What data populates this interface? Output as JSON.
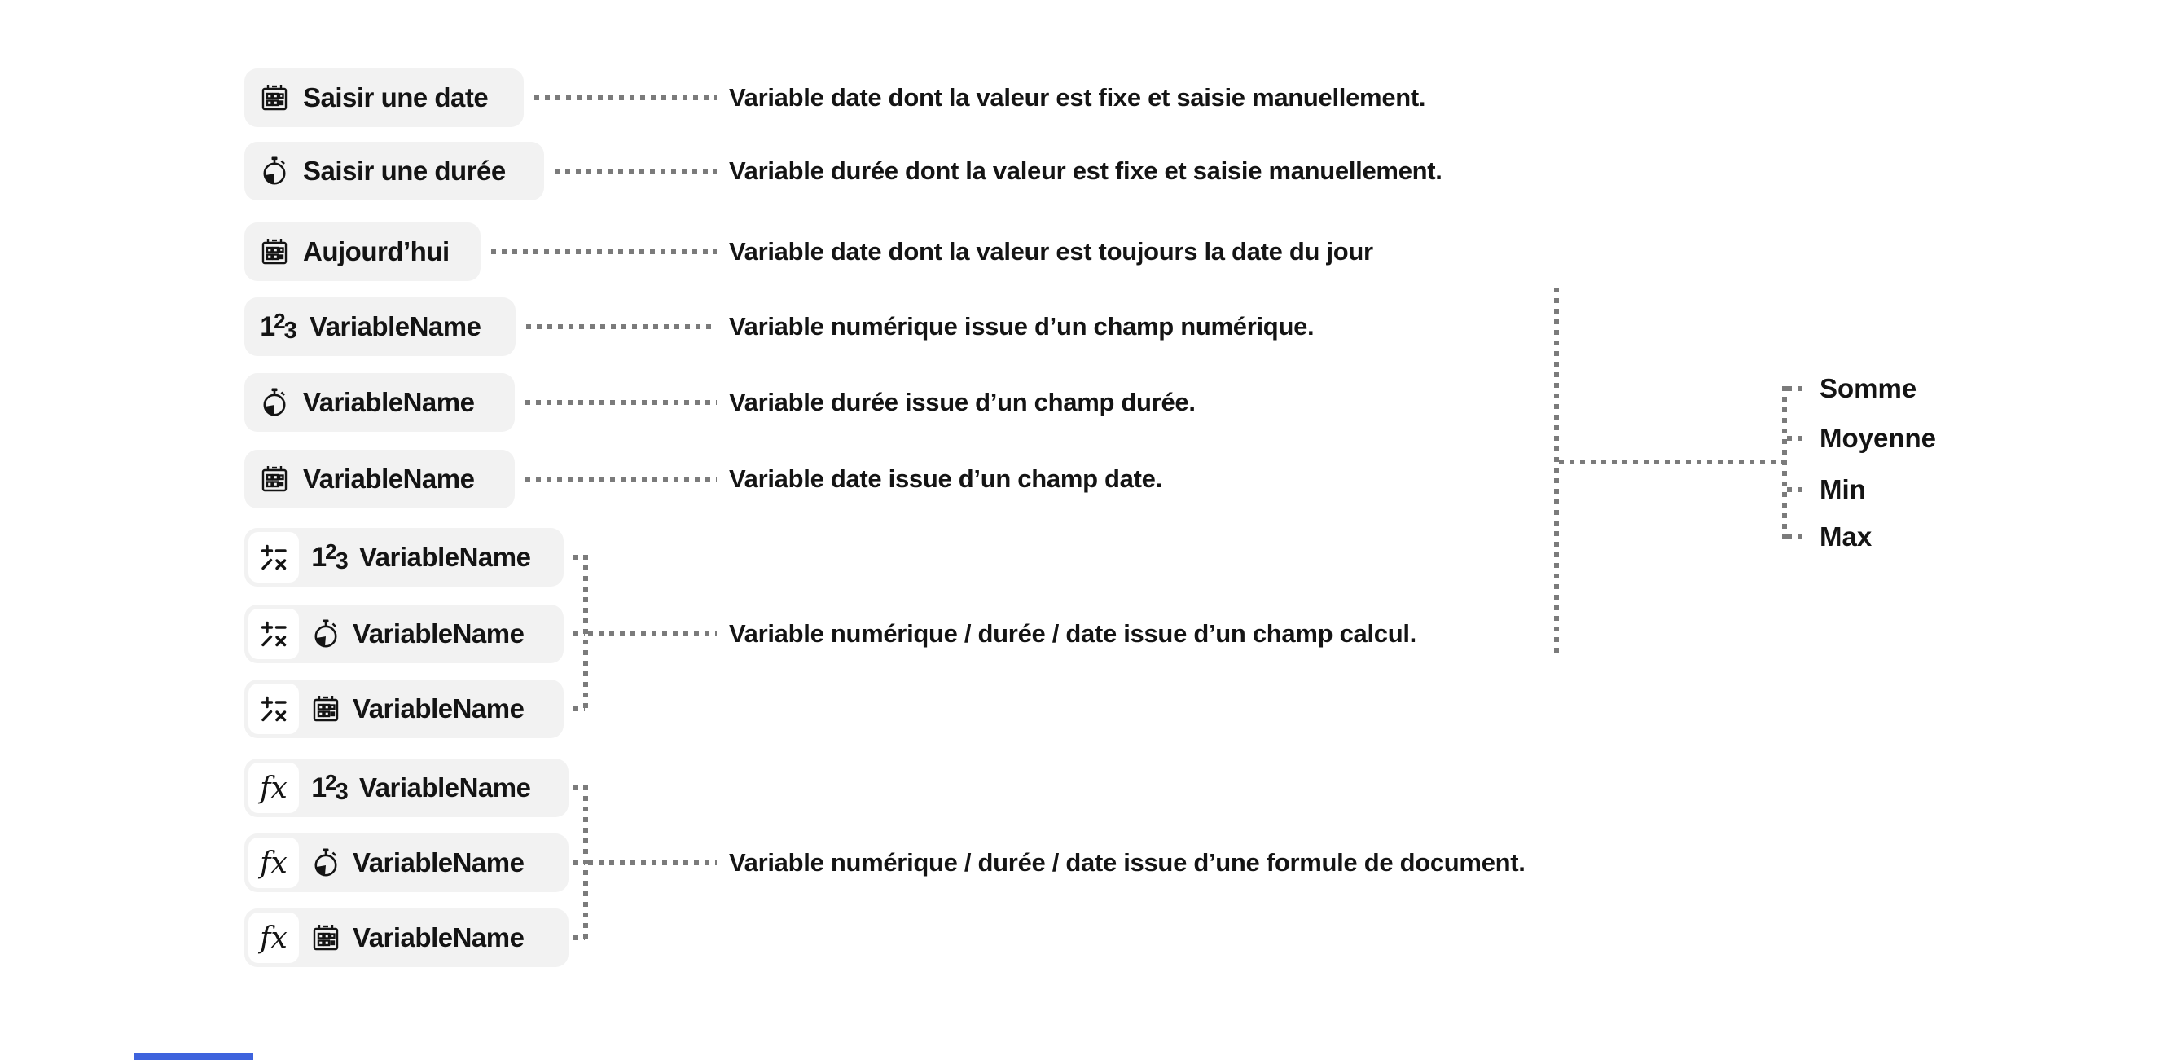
{
  "colors": {
    "background": "#ffffff",
    "chip_background": "#f2f2f2",
    "text": "#141414",
    "dotted_line": "#7b7b7b",
    "accent_bar": "#3e63dd"
  },
  "chips": [
    {
      "label": "Saisir une date",
      "icon": "calendar-icon"
    },
    {
      "label": "Saisir une durée",
      "icon": "stopwatch-icon"
    },
    {
      "label": "Aujourd’hui",
      "icon": "calendar-icon"
    },
    {
      "label": "VariableName",
      "icon": "numeric-123-icon"
    },
    {
      "label": "VariableName",
      "icon": "stopwatch-icon"
    },
    {
      "label": "VariableName",
      "icon": "calendar-icon"
    },
    {
      "label": "VariableName",
      "icon": "numeric-123-icon",
      "badge": "calc-operators-icon"
    },
    {
      "label": "VariableName",
      "icon": "stopwatch-icon",
      "badge": "calc-operators-icon"
    },
    {
      "label": "VariableName",
      "icon": "calendar-icon",
      "badge": "calc-operators-icon"
    },
    {
      "label": "VariableName",
      "icon": "numeric-123-icon",
      "badge": "formula-fx-icon"
    },
    {
      "label": "VariableName",
      "icon": "stopwatch-icon",
      "badge": "formula-fx-icon"
    },
    {
      "label": "VariableName",
      "icon": "calendar-icon",
      "badge": "formula-fx-icon"
    }
  ],
  "descriptions": [
    "Variable date dont la valeur est fixe et saisie manuellement.",
    "Variable durée dont la valeur est fixe et saisie manuellement.",
    "Variable date dont la valeur est toujours la date du jour",
    "Variable numérique issue d’un champ numérique.",
    "Variable durée issue d’un champ durée.",
    "Variable date issue d’un champ date.",
    "Variable numérique / durée / date issue d’un champ calcul.",
    "Variable numérique / durée / date issue d’une formule de document."
  ],
  "aggregates": [
    "Somme",
    "Moyenne",
    "Min",
    "Max"
  ],
  "badges": {
    "formula": "fx"
  },
  "icons": {
    "numeric": {
      "d1": "1",
      "d2": "2",
      "d3": "3"
    }
  }
}
